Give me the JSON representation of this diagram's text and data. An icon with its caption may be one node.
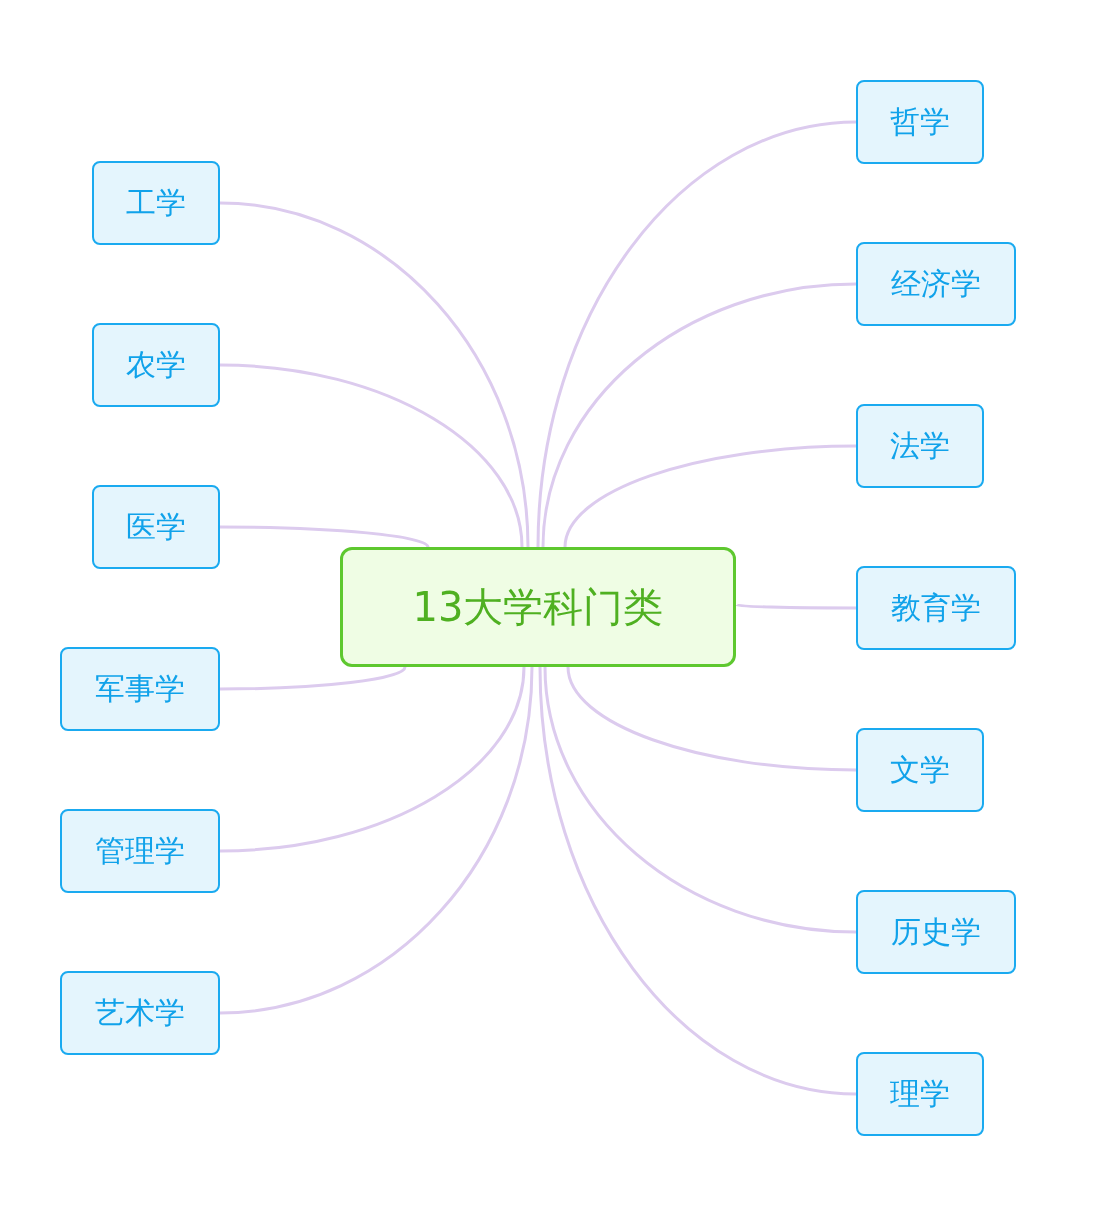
{
  "diagram": {
    "nodes": [
      {
        "text": [
          "13大学科门类"
        ]
      },
      {
        "text": [
          "哲学"
        ]
      },
      {
        "text": [
          "经济学"
        ]
      },
      {
        "text": [
          "法学"
        ]
      },
      {
        "text": [
          "教育学"
        ]
      },
      {
        "text": [
          "文学"
        ]
      },
      {
        "text": [
          "历史学"
        ]
      },
      {
        "text": [
          "理学"
        ]
      },
      {
        "text": [
          "工学"
        ]
      },
      {
        "text": [
          "农学"
        ]
      },
      {
        "text": [
          "医学"
        ]
      },
      {
        "text": [
          "军事学"
        ]
      },
      {
        "text": [
          "管理学"
        ]
      },
      {
        "text": [
          "艺术学"
        ]
      }
    ],
    "edges": [
      {
        "from": 0,
        "to": 1,
        "arrow": "none"
      },
      {
        "from": 0,
        "to": 2,
        "arrow": "none"
      },
      {
        "from": 0,
        "to": 3,
        "arrow": "none"
      },
      {
        "from": 0,
        "to": 4,
        "arrow": "none"
      },
      {
        "from": 0,
        "to": 5,
        "arrow": "none"
      },
      {
        "from": 0,
        "to": 6,
        "arrow": "none"
      },
      {
        "from": 0,
        "to": 7,
        "arrow": "none"
      },
      {
        "from": 0,
        "to": 8,
        "arrow": "none"
      },
      {
        "from": 0,
        "to": 9,
        "arrow": "none"
      },
      {
        "from": 0,
        "to": 10,
        "arrow": "none"
      },
      {
        "from": 0,
        "to": 11,
        "arrow": "none"
      },
      {
        "from": 0,
        "to": 12,
        "arrow": "none"
      },
      {
        "from": 0,
        "to": 13,
        "arrow": "none"
      }
    ]
  }
}
